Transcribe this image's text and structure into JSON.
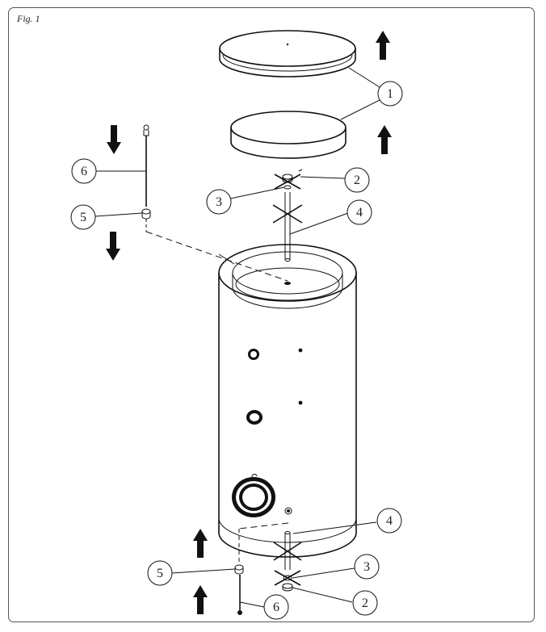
{
  "figure": {
    "caption": "Fig. 1"
  },
  "callouts": [
    {
      "id": "1",
      "text": "1"
    },
    {
      "id": "2a",
      "text": "2"
    },
    {
      "id": "3a",
      "text": "3"
    },
    {
      "id": "4a",
      "text": "4"
    },
    {
      "id": "5a",
      "text": "5"
    },
    {
      "id": "6a",
      "text": "6"
    },
    {
      "id": "4b",
      "text": "4"
    },
    {
      "id": "3b",
      "text": "3"
    },
    {
      "id": "5b",
      "text": "5"
    },
    {
      "id": "2b",
      "text": "2"
    },
    {
      "id": "6b",
      "text": "6"
    }
  ],
  "arrows": [
    {
      "name": "up-arrow-top-cover",
      "direction": "up"
    },
    {
      "name": "up-arrow-second-cover",
      "direction": "up"
    },
    {
      "name": "down-arrow-top-left",
      "direction": "down"
    },
    {
      "name": "down-arrow-mid-left",
      "direction": "down"
    },
    {
      "name": "up-arrow-bottom-left-1",
      "direction": "up"
    },
    {
      "name": "up-arrow-bottom-left-2",
      "direction": "up"
    }
  ],
  "colors": {
    "line": "#111111",
    "frame": "#555555",
    "arrow": "#111111",
    "background": "#ffffff"
  }
}
